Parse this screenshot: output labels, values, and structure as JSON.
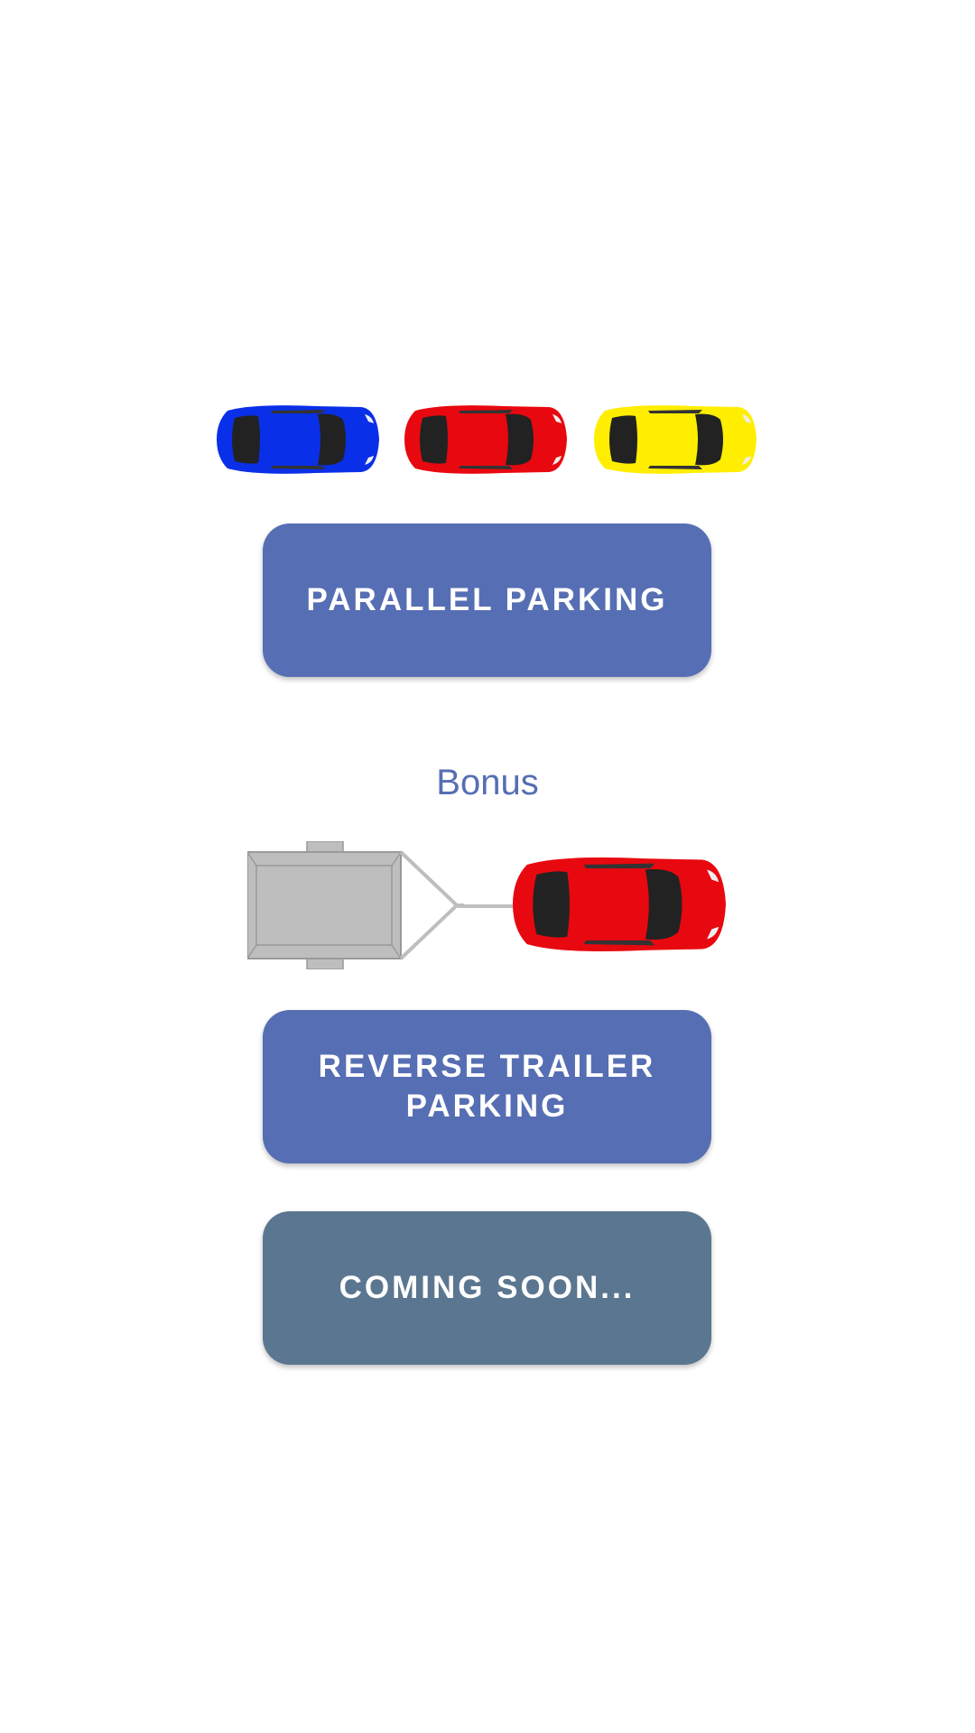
{
  "parallel": {
    "cars": [
      {
        "name": "blue-car",
        "color": "#0A2FE8"
      },
      {
        "name": "red-car",
        "color": "#E8080F"
      },
      {
        "name": "yellow-car",
        "color": "#FFEE00"
      }
    ],
    "button_label": "PARALLEL PARKING"
  },
  "bonus": {
    "heading": "Bonus",
    "car_color": "#E8080F",
    "trailer_color": "#BEBEBE",
    "button_label": "REVERSE TRAILER PARKING"
  },
  "coming_soon": {
    "button_label": "COMING SOON..."
  },
  "colors": {
    "primary": "#566EB3",
    "disabled": "#5B7690"
  }
}
